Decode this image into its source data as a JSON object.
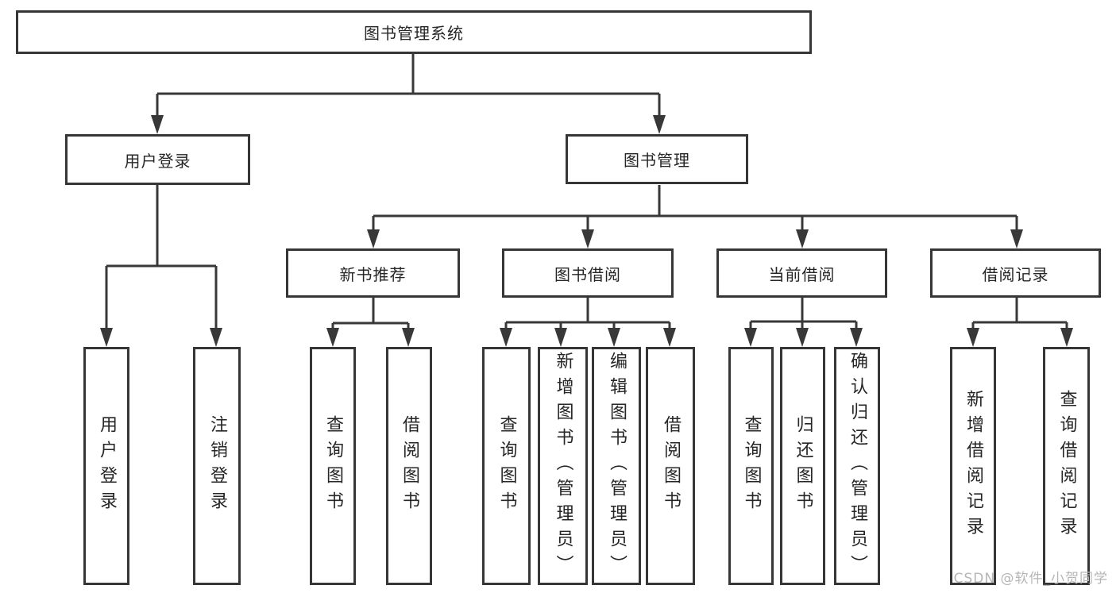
{
  "diagram_title": "图书管理系统",
  "watermark": "CSDN @软件_小贺同学",
  "colors": {
    "background": "#ffffff",
    "line": "#383838",
    "box_border": "#363636",
    "text": "#262626",
    "watermark": "#b6b6b6"
  },
  "nodes": {
    "root": "图书管理系统",
    "user_login": "用户登录",
    "book_mgmt": "图书管理",
    "leaf_user_login": "用户登录",
    "leaf_logout": "注销登录",
    "new_books": "新书推荐",
    "book_borrow": "图书借阅",
    "current_borrow": "当前借阅",
    "borrow_records": "借阅记录",
    "nb_query": "查询图书",
    "nb_borrow": "借阅图书",
    "bb_query": "查询图书",
    "bb_add": "新增图书（管理员）",
    "bb_edit": "编辑图书（管理员）",
    "bb_borrow": "借阅图书",
    "cb_query": "查询图书",
    "cb_return": "归还图书",
    "cb_confirm": "确认归还（管理员）",
    "br_add": "新增借阅记录",
    "br_query": "查询借阅记录"
  },
  "hierarchy": {
    "图书管理系统": {
      "用户登录": [
        "用户登录",
        "注销登录"
      ],
      "图书管理": {
        "新书推荐": [
          "查询图书",
          "借阅图书"
        ],
        "图书借阅": [
          "查询图书",
          "新增图书（管理员）",
          "编辑图书（管理员）",
          "借阅图书"
        ],
        "当前借阅": [
          "查询图书",
          "归还图书",
          "确认归还（管理员）"
        ],
        "借阅记录": [
          "新增借阅记录",
          "查询借阅记录"
        ]
      }
    }
  }
}
